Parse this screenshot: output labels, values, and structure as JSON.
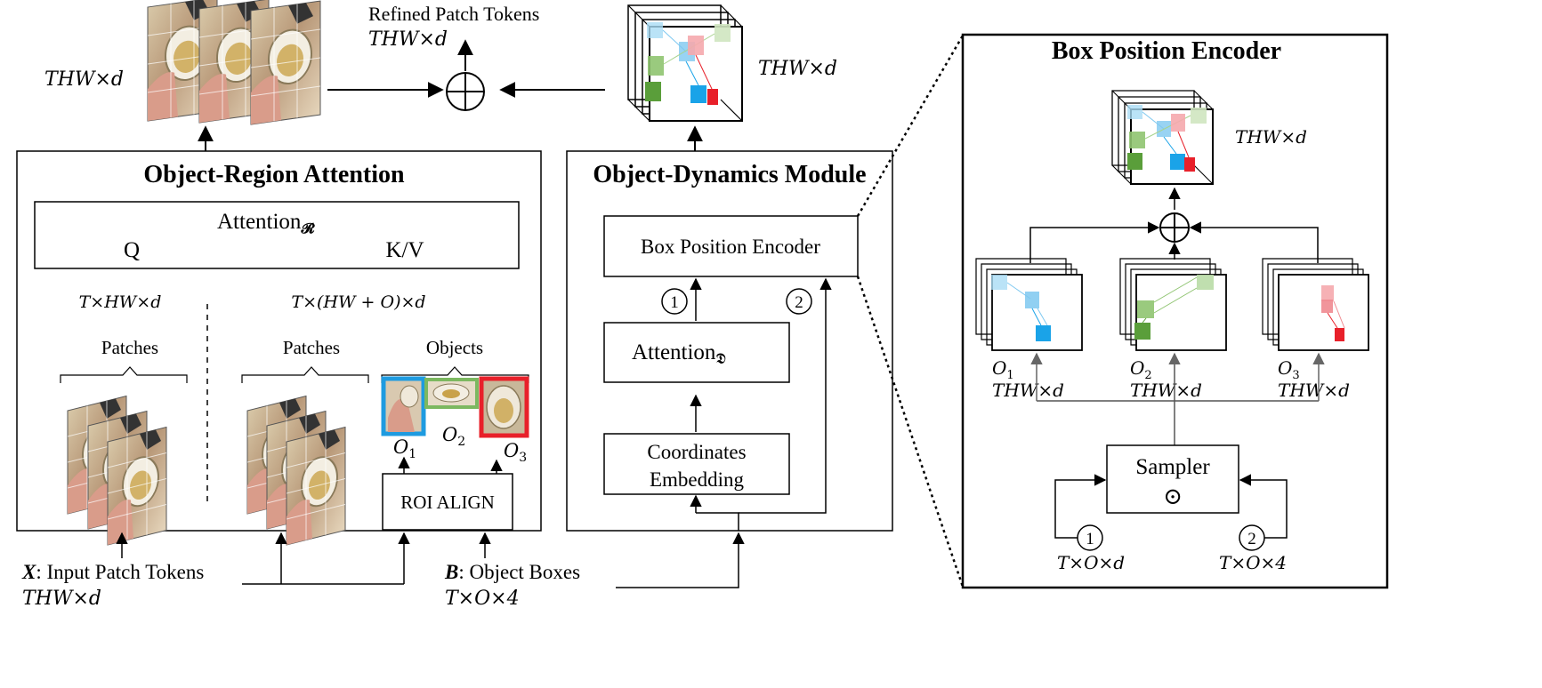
{
  "top": {
    "refined_label": "Refined Patch Tokens",
    "refined_dim": "THW×d",
    "left_dim": "THW×d",
    "cube_dim": "THW×d"
  },
  "ora": {
    "title": "Object-Region Attention",
    "attention_base": "Attention",
    "attention_sub": "𝓡",
    "q_label": "Q",
    "kv_label": "K/V",
    "left_dim": "T×HW×d",
    "right_dim": "T×(HW + O)×d",
    "patches_left": "Patches",
    "patches_right": "Patches",
    "objects_label": "Objects",
    "o1": "O",
    "o1_sub": "1",
    "o2": "O",
    "o2_sub": "2",
    "o3": "O",
    "o3_sub": "3",
    "roi": "ROI ALIGN"
  },
  "odm": {
    "title": "Object-Dynamics Module",
    "bpe": "Box Position Encoder",
    "attention_base": "Attention",
    "attention_sub": "𝕯",
    "coords_line1": "Coordinates",
    "coords_line2": "Embedding",
    "circle1": "1",
    "circle2": "2"
  },
  "inputs": {
    "x_symbol": "X",
    "x_label": ": Input Patch Tokens",
    "x_dim": "THW×d",
    "b_symbol": "B",
    "b_label": ": Object Boxes",
    "b_dim": "T×O×4"
  },
  "bpe_panel": {
    "title": "Box Position Encoder",
    "top_dim": "THW×d",
    "o1": "O",
    "o1_sub": "1",
    "o1_dim": "THW×d",
    "o2": "O",
    "o2_sub": "2",
    "o2_dim": "THW×d",
    "o3": "O",
    "o3_sub": "3",
    "o3_dim": "THW×d",
    "sampler": "Sampler",
    "sampler_op": "⊙",
    "circle1": "1",
    "circle2": "2",
    "in1_dim": "T×O×d",
    "in2_dim": "T×O×4"
  },
  "colors": {
    "blue": "#1aa3e8",
    "light_blue": "#a9dcf5",
    "green": "#5a9e3a",
    "light_green": "#cfe6c0",
    "red": "#e8202a",
    "light_red": "#f5a9ad",
    "frame_blue": "#1e9be0",
    "frame_green": "#7cb860",
    "frame_red": "#e8202a"
  }
}
